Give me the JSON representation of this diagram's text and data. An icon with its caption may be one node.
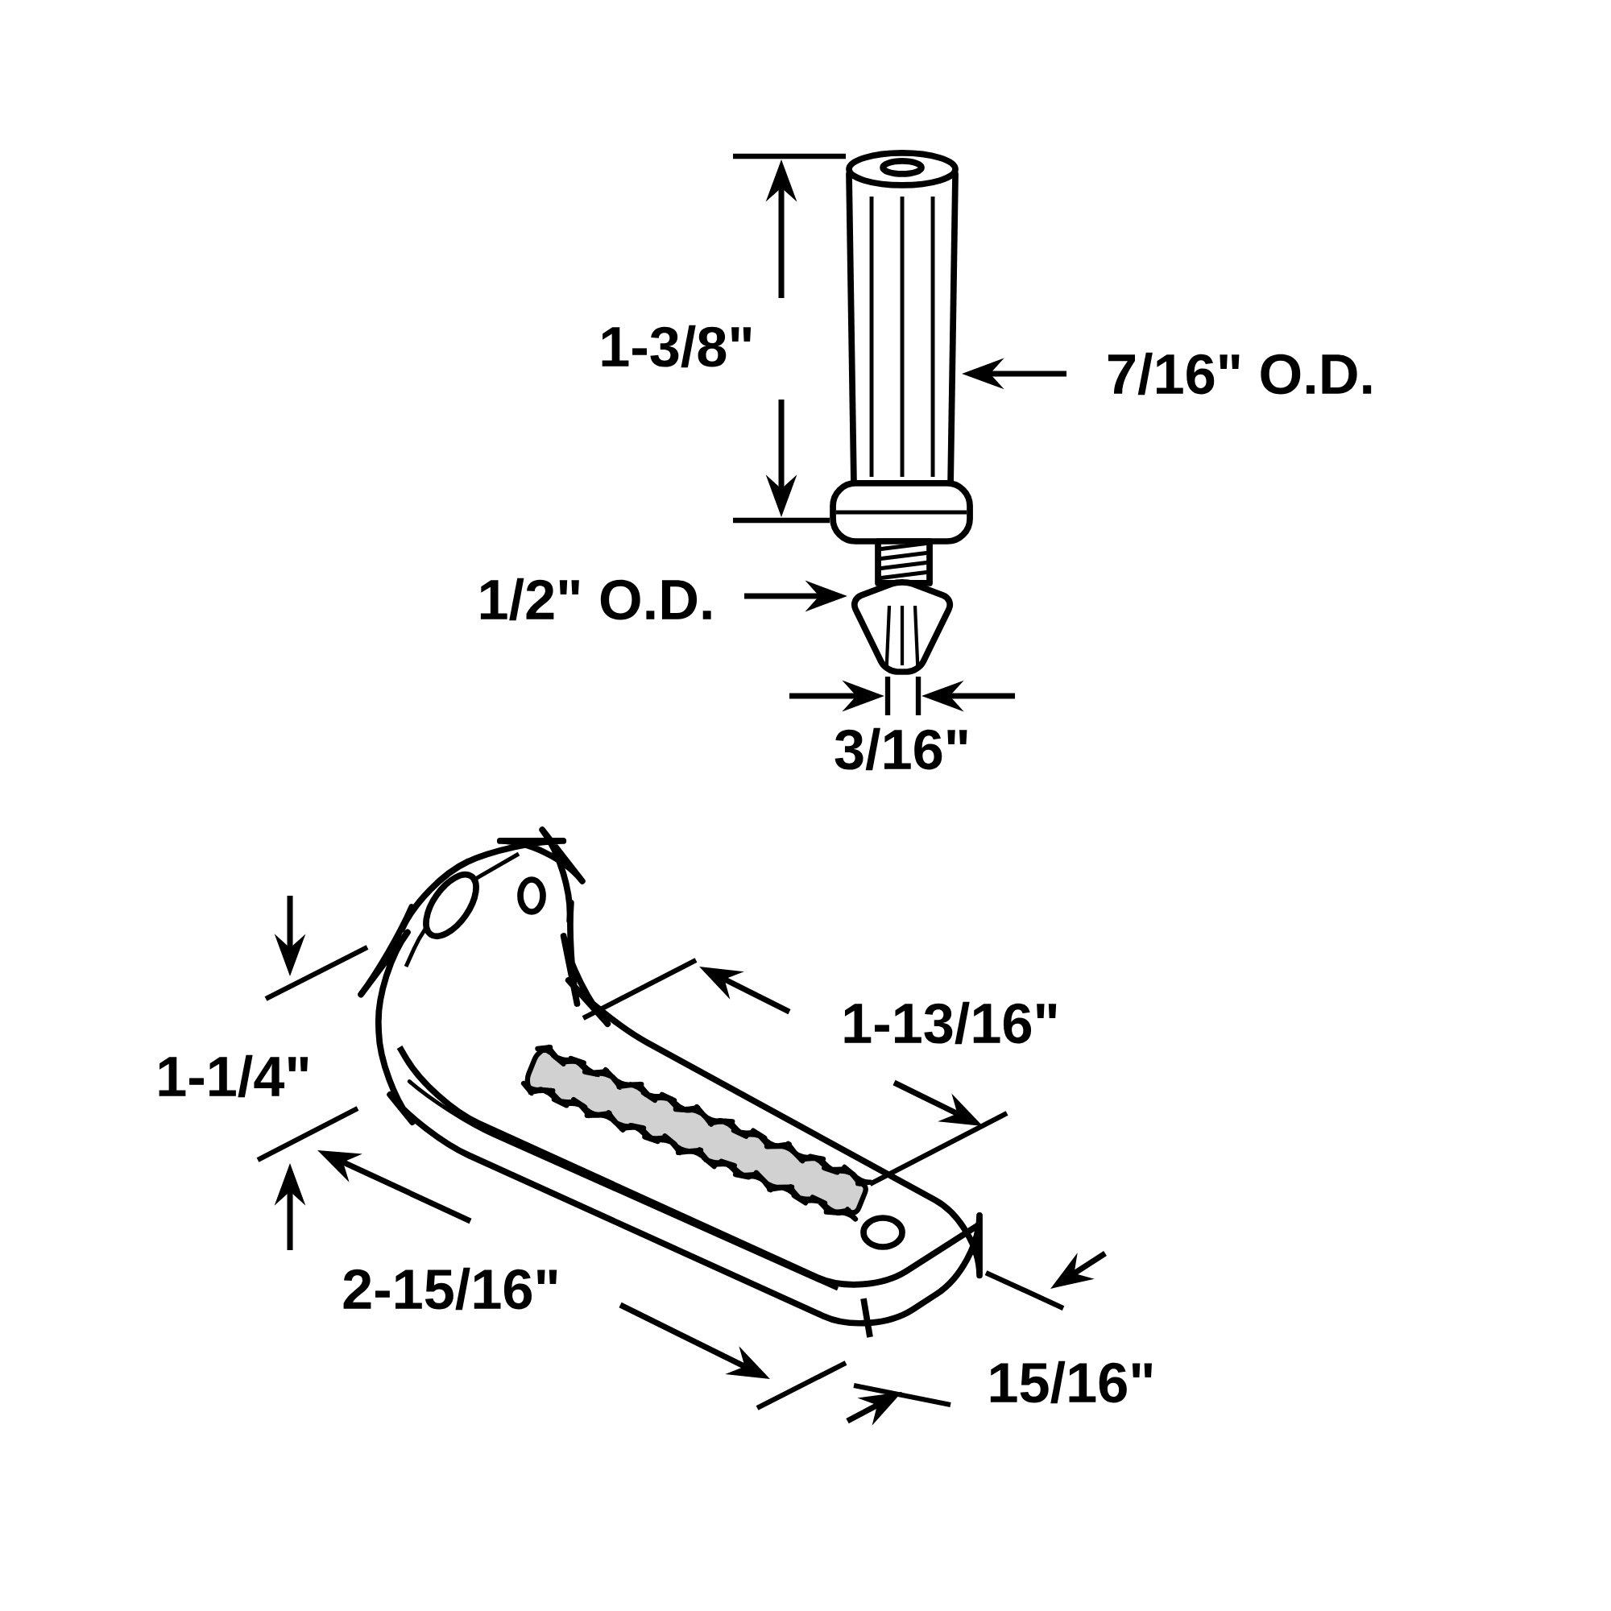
{
  "diagram": {
    "labels": [
      "1-3/8\"",
      "7/16\" O.D.",
      "1/2\" O.D.",
      "3/16\"",
      "1-1/4\"",
      "1-13/16\"",
      "2-15/16\"",
      "15/16\""
    ]
  }
}
